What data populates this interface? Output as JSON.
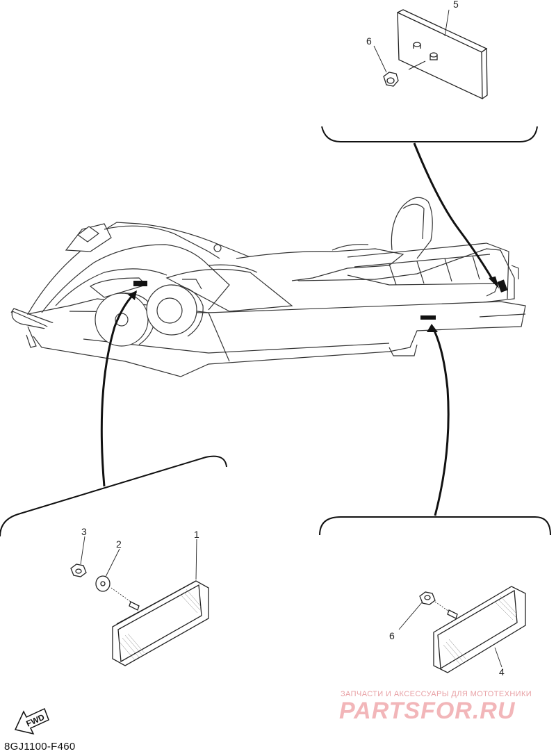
{
  "callouts": {
    "c1": "1",
    "c2": "2",
    "c3": "3",
    "c4": "4",
    "c5": "5",
    "c6_top": "6",
    "c6_bottom": "6"
  },
  "fwd_label": "FWD",
  "diagram_code": "8GJ1100-F460",
  "watermark": {
    "line1": "ЗАПЧАСТИ И АКСЕССУАРЫ ДЛЯ МОТОТЕХНИКИ",
    "line2": "PARTSFOR.RU"
  }
}
